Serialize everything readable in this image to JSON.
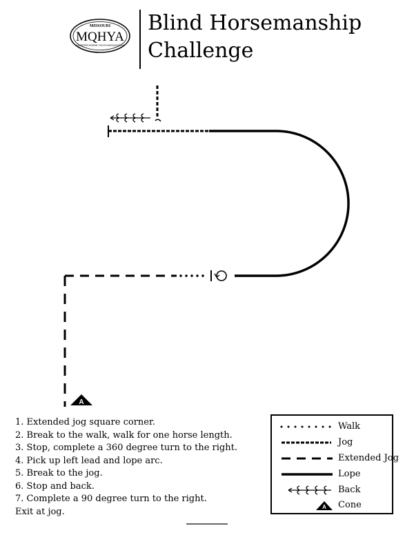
{
  "logo": {
    "top_text": "MISSOURI",
    "main_text": "MQHYA",
    "bottom_text": "QUARTER HORSE YOUTH ASSOCIATION"
  },
  "title": {
    "line1": "Blind Horsemanship",
    "line2": "Challenge"
  },
  "pattern": {
    "cone_label": "A"
  },
  "instructions": [
    "1. Extended jog square corner.",
    "2. Break to the walk, walk for one horse length.",
    "3. Stop, complete a 360 degree turn to the right.",
    "4. Pick up left lead and lope arc.",
    "5. Break to the jog.",
    "6. Stop and back.",
    "7. Complete a 90 degree turn to the right.",
    "Exit at jog."
  ],
  "legend": {
    "items": [
      {
        "label": "Walk",
        "icon": "walk-line-icon"
      },
      {
        "label": "Jog",
        "icon": "jog-line-icon"
      },
      {
        "label": "Extended Jog",
        "icon": "extended-jog-line-icon"
      },
      {
        "label": "Lope",
        "icon": "lope-line-icon"
      },
      {
        "label": "Back",
        "icon": "back-arrow-icon"
      },
      {
        "label": "Cone",
        "icon": "cone-icon",
        "cone_letter": "A"
      }
    ]
  }
}
